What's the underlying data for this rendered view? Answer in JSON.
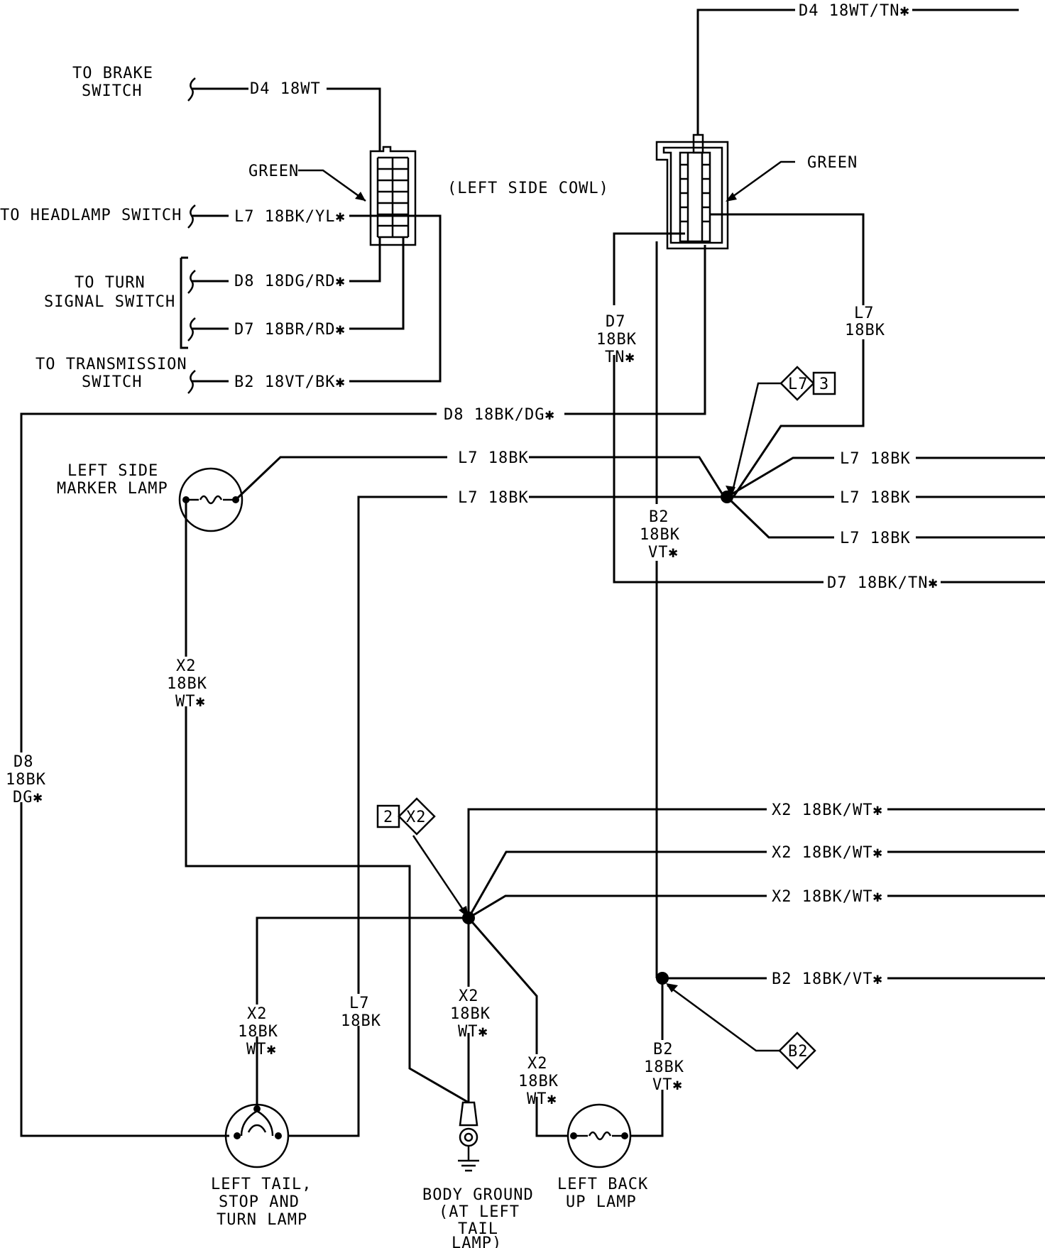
{
  "colors": {
    "line": "#000000",
    "background": "#ffffff"
  },
  "labels": {
    "to_brake_switch_1": "TO BRAKE",
    "to_brake_switch_2": "SWITCH",
    "wire_d4_18wt": "D4 18WT",
    "green_left": "GREEN",
    "left_side_cowl": "(LEFT SIDE COWL)",
    "to_headlamp_switch": "TO HEADLAMP SWITCH",
    "wire_l7_18bk_yl": "L7 18BK/YL✱",
    "to_turn_signal_1": "TO TURN",
    "to_turn_signal_2": "SIGNAL SWITCH",
    "wire_d8_18dg_rd": "D8 18DG/RD✱",
    "wire_d7_18br_rd": "D7 18BR/RD✱",
    "to_transmission_1": "TO TRANSMISSION",
    "to_transmission_2": "SWITCH",
    "wire_b2_18vt_bk": "B2 18VT/BK✱",
    "wire_d4_18wt_tn": "D4 18WT/TN✱",
    "green_right": "GREEN",
    "wire_d7_v_1": "D7",
    "wire_d7_v_2": "18BK",
    "wire_d7_v_3": "TN✱",
    "wire_l7_v_1": "L7",
    "wire_l7_v_2": "18BK",
    "splice_l7_letter": "L7",
    "splice_l7_number": "3",
    "wire_d8_18bk_dg": "D8 18BK/DG✱",
    "left_side_marker_1": "LEFT SIDE",
    "left_side_marker_2": "MARKER LAMP",
    "wire_l7_18bk_a": "L7 18BK",
    "wire_l7_18bk_b": "L7 18BK",
    "wire_l7_18bk_r1": "L7 18BK",
    "wire_l7_18bk_r2": "L7 18BK",
    "wire_l7_18bk_r3": "L7 18BK",
    "wire_b2_v_1": "B2",
    "wire_b2_v_2": "18BK",
    "wire_b2_v_3": "VT✱",
    "wire_d7_18bk_tn": "D7 18BK/TN✱",
    "wire_x2_v1_1": "X2",
    "wire_x2_v1_2": "18BK",
    "wire_x2_v1_3": "WT✱",
    "wire_d8_v_1": "D8",
    "wire_d8_v_2": "18BK",
    "wire_d8_v_3": "DG✱",
    "splice_x2_number": "2",
    "splice_x2_letter": "X2",
    "wire_x2_18bk_wt_1": "X2 18BK/WT✱",
    "wire_x2_18bk_wt_2": "X2 18BK/WT✱",
    "wire_x2_18bk_wt_3": "X2 18BK/WT✱",
    "wire_b2_18bk_vt": "B2 18BK/VT✱",
    "splice_b2_letter": "B2",
    "wire_x2_v2_1": "X2",
    "wire_x2_v2_2": "18BK",
    "wire_x2_v2_3": "WT✱",
    "wire_l7_v2_1": "L7",
    "wire_l7_v2_2": "18BK",
    "wire_x2_v3_1": "X2",
    "wire_x2_v3_2": "18BK",
    "wire_x2_v3_3": "WT✱",
    "wire_x2_v4_1": "X2",
    "wire_x2_v4_2": "18BK",
    "wire_x2_v4_3": "WT✱",
    "wire_b2_v2_1": "B2",
    "wire_b2_v2_2": "18BK",
    "wire_b2_v2_3": "VT✱",
    "left_tail_1": "LEFT TAIL,",
    "left_tail_2": "STOP AND",
    "left_tail_3": "TURN LAMP",
    "body_ground_1": "BODY GROUND",
    "body_ground_2": "(AT LEFT",
    "body_ground_3": "TAIL",
    "body_ground_4": "LAMP)",
    "left_backup_1": "LEFT BACK",
    "left_backup_2": "UP LAMP"
  }
}
